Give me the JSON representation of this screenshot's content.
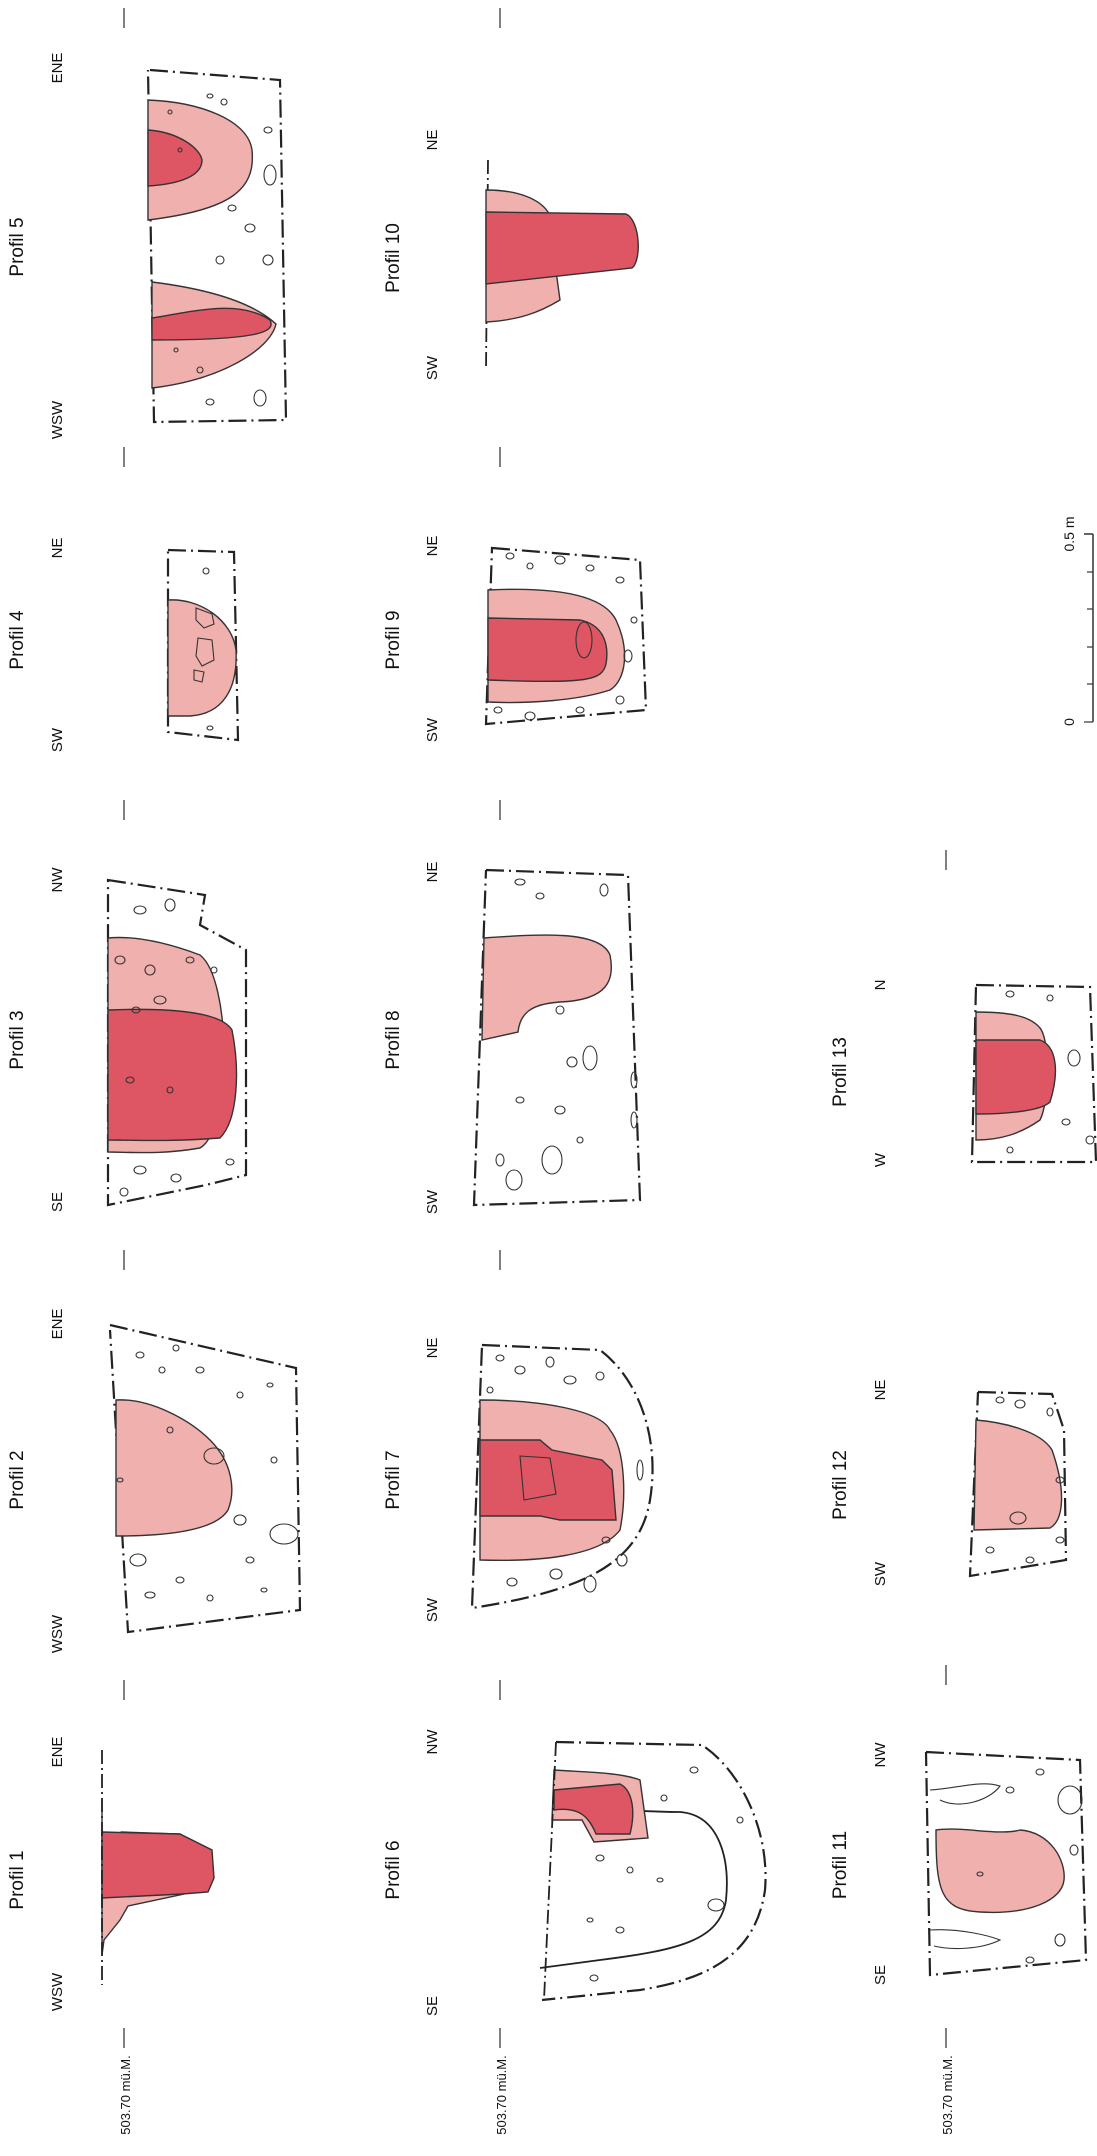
{
  "profiles": [
    {
      "name": "Profil 1",
      "dir_bottom": "WSW",
      "dir_top": "ENE"
    },
    {
      "name": "Profil 2",
      "dir_bottom": "WSW",
      "dir_top": "ENE"
    },
    {
      "name": "Profil 3",
      "dir_bottom": "SE",
      "dir_top": "NW"
    },
    {
      "name": "Profil 4",
      "dir_bottom": "SW",
      "dir_top": "NE"
    },
    {
      "name": "Profil 5",
      "dir_bottom": "WSW",
      "dir_top": "ENE"
    },
    {
      "name": "Profil 6",
      "dir_bottom": "SE",
      "dir_top": "NW"
    },
    {
      "name": "Profil 7",
      "dir_bottom": "SW",
      "dir_top": "NE"
    },
    {
      "name": "Profil 8",
      "dir_bottom": "SW",
      "dir_top": "NE"
    },
    {
      "name": "Profil 9",
      "dir_bottom": "SW",
      "dir_top": "NE"
    },
    {
      "name": "Profil 10",
      "dir_bottom": "SW",
      "dir_top": "NE"
    },
    {
      "name": "Profil 11",
      "dir_bottom": "SE",
      "dir_top": "NW"
    },
    {
      "name": "Profil 12",
      "dir_bottom": "SW",
      "dir_top": "NE"
    },
    {
      "name": "Profil 13",
      "dir_bottom": "W",
      "dir_top": "N"
    }
  ],
  "datum_labels": [
    "503.70 mü.M.",
    "503.70 mü.M.",
    "503.70 mü.M."
  ],
  "scale": {
    "start": "0",
    "end": "0.5 m"
  },
  "colors": {
    "fill_light": "#f0b0ad",
    "fill_dark": "#de5563",
    "outline": "#222222"
  }
}
